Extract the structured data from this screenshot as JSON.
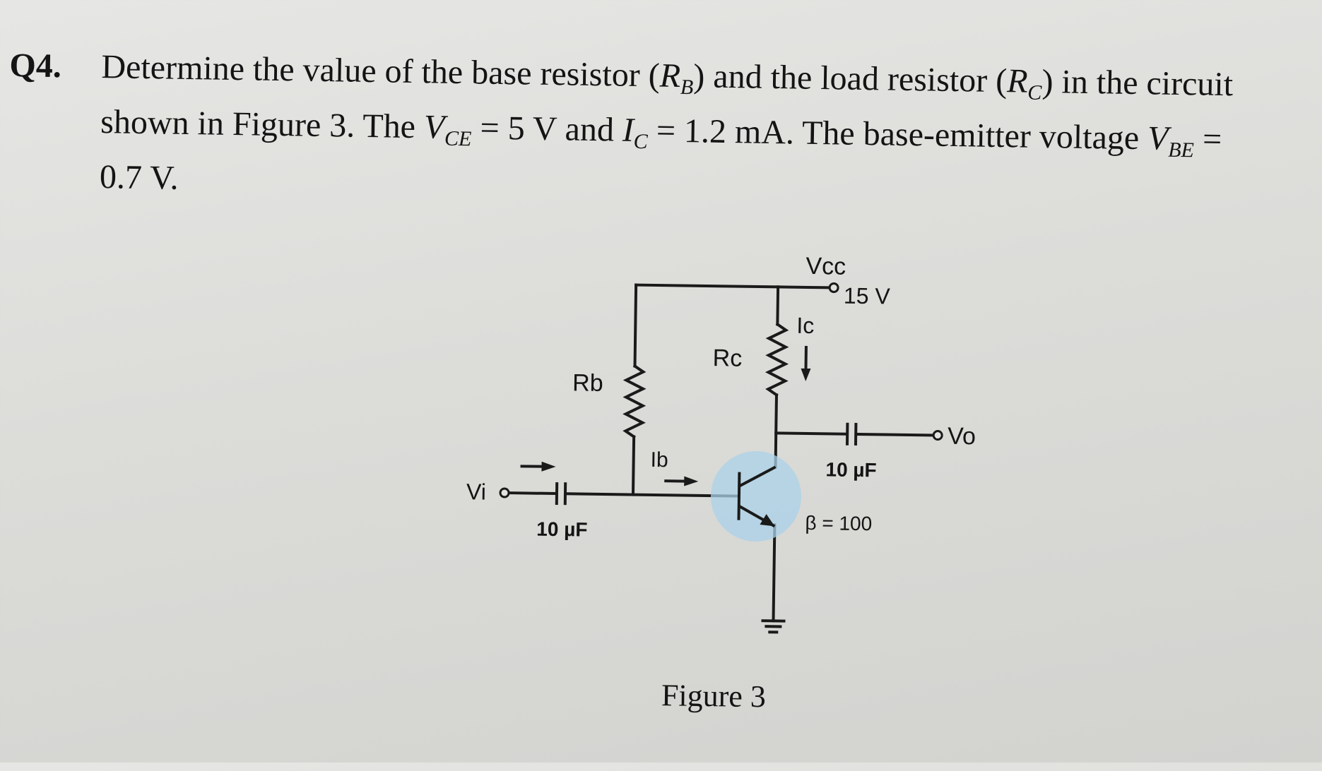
{
  "question": {
    "number": "Q4.",
    "line1": {
      "pre": "Determine the value of the base resistor (",
      "rb_sym": "R",
      "rb_sub": "B",
      "mid": ") and the load resistor (",
      "rc_sym": "R",
      "rc_sub": "C",
      "post": ") in the circuit"
    },
    "line2": {
      "pre": "shown in Figure 3. The ",
      "vce_sym": "V",
      "vce_sub": "CE",
      "vce_val": " = 5 V and ",
      "ic_sym": "I",
      "ic_sub": "C",
      "ic_val": " = 1.2 mA. The base-emitter voltage ",
      "vbe_sym": "V",
      "vbe_sub": "BE",
      "post": " ="
    },
    "line3": "0.7 V."
  },
  "circuit": {
    "vcc_label": "Vcc",
    "vcc_value": "15 V",
    "rc_label": "Rc",
    "rb_label": "Rb",
    "ic_label": "Ic",
    "ib_label": "Ib",
    "vi_label": "Vi",
    "vo_label": "Vo",
    "cin_label": "10 µF",
    "cout_label": "10 µF",
    "beta_label": "β = 100",
    "caption": "Figure 3"
  }
}
